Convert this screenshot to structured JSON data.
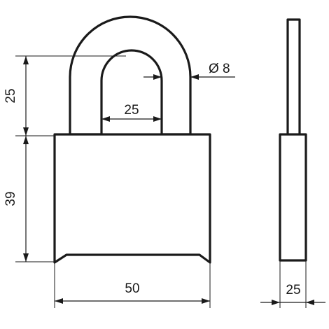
{
  "dimensions": {
    "shackle_height": "25",
    "shackle_inner_width": "25",
    "shackle_diameter": "Ø 8",
    "body_height": "39",
    "body_width": "50",
    "side_thickness": "25"
  },
  "colors": {
    "line": "#1a1a1a",
    "background": "#ffffff"
  }
}
